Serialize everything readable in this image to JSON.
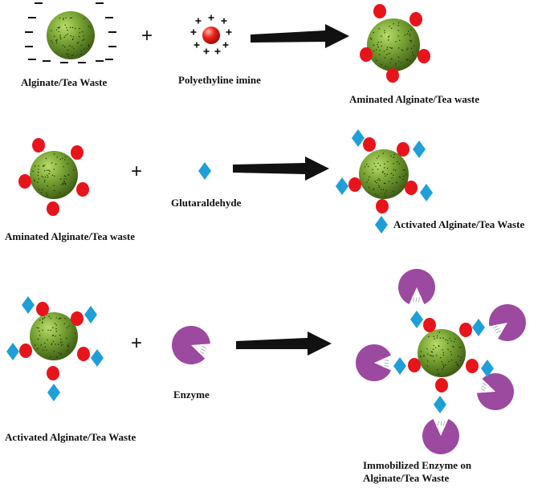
{
  "colors": {
    "bead_light": "#a8cf5c",
    "bead_mid": "#6e9a2e",
    "bead_dark": "#3f5f17",
    "amine": "#e8141c",
    "glutaraldehyde": "#1f9fd8",
    "enzyme": "#9b4aa0",
    "arrow": "#111111"
  },
  "icons": {
    "bead": "green-sphere",
    "amine": "red-circle",
    "glutaraldehyde": "blue-diamond",
    "enzyme": "purple-pacman"
  },
  "rows": [
    {
      "reactant_label": "Alginate/Tea Waste",
      "operator": "+",
      "reagent_label": "Polyethyline imine",
      "product_label": "Aminated Alginate/Tea waste"
    },
    {
      "reactant_label": "Aminated Alginate/Tea waste",
      "operator": "+",
      "reagent_label": "Glutaraldehyde",
      "product_label": "Activated Alginate/Tea Waste"
    },
    {
      "reactant_label": "Activated Alginate/Tea Waste",
      "operator": "+",
      "reagent_label": "Enzyme",
      "product_label_line1": "Immobilized Enzyme on",
      "product_label_line2": "Alginate/Tea Waste"
    }
  ]
}
